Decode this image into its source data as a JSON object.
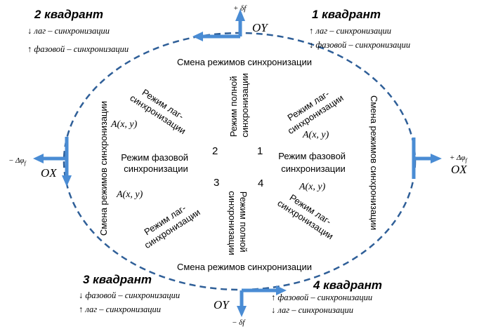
{
  "colors": {
    "arrow": "#4a8cd4",
    "ellipse": "#2f5f98",
    "text": "#000000"
  },
  "quadrants": {
    "q1": {
      "title": "1 квадрант",
      "line1": "↑ лаг – синхронизации",
      "line2": "↓ фазовой – синхронизации"
    },
    "q2": {
      "title": "2 квадрант",
      "line1": "↓ лаг – синхронизации",
      "line2": "↑ фазовой – синхронизации"
    },
    "q3": {
      "title": "3 квадрант",
      "line1": "↓ фазовой – синхронизации",
      "line2": "↑ лаг – синхронизации"
    },
    "q4": {
      "title": "4 квадрант",
      "line1": "↑ фазовой – синхронизации",
      "line2": "↓ лаг – синхронизации"
    }
  },
  "axes": {
    "oy_top": "OY",
    "oy_top_sign": "+ δf",
    "oy_bottom": "OY",
    "oy_bottom_sign": "− δf",
    "ox_left": "OX",
    "ox_left_sign": "− Δφ",
    "ox_left_sub": "f",
    "ox_right": "OX",
    "ox_right_sign": "+ Δφ",
    "ox_right_sub": "f"
  },
  "ellipse_labels": {
    "top": "Смена режимов синхронизации",
    "bottom": "Смена режимов синхронизации",
    "left": "Смена режимов синхронизации",
    "right": "Смена режимов синхронизации"
  },
  "regions": {
    "full_top": [
      "Режим полной",
      "синхронизации"
    ],
    "full_bottom": [
      "Режим полной",
      "синхронизации"
    ],
    "lag_tl": [
      "Режим лаг-",
      "синхронизации"
    ],
    "lag_tr": [
      "Режим лаг-",
      "синхронизации"
    ],
    "lag_bl": [
      "Режим лаг-",
      "синхронизации"
    ],
    "lag_br": [
      "Режим лаг-",
      "синхронизации"
    ],
    "phase_left": [
      "Режим фазовой",
      "синхронизации"
    ],
    "phase_right": [
      "Режим фазовой",
      "синхронизации"
    ]
  },
  "points": {
    "tl": "A(x, y)",
    "tr": "A(x, y)",
    "bl": "A(x, y)",
    "br": "A(x, y)"
  },
  "numbers": {
    "n1": "1",
    "n2": "2",
    "n3": "3",
    "n4": "4"
  }
}
